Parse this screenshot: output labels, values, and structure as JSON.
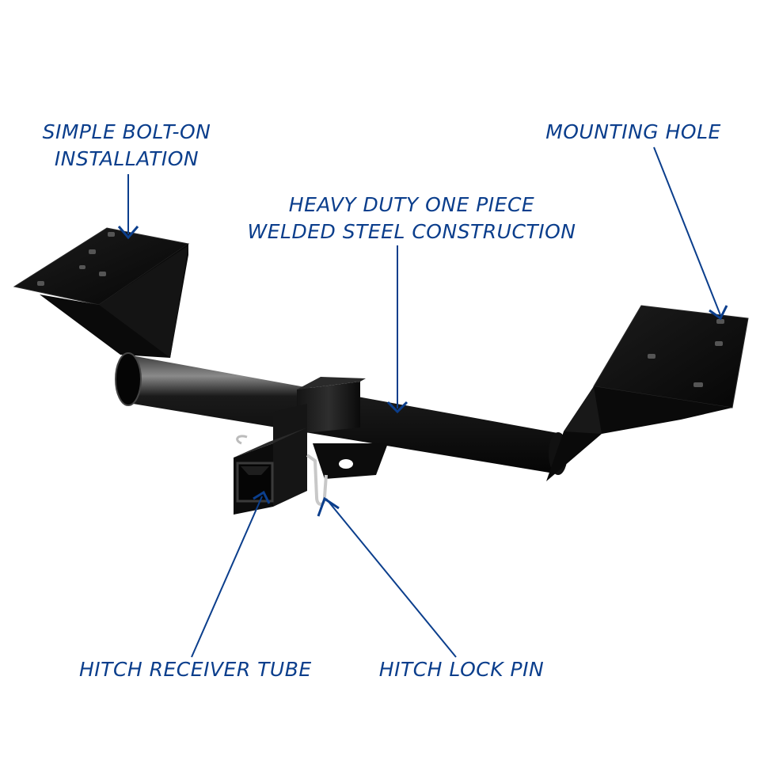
{
  "colors": {
    "label": "#0b3e8c",
    "steel": "#0d0d0d",
    "steel_highlight": "#6b6b6b",
    "background": "#ffffff"
  },
  "callouts": {
    "bolt_on": {
      "line1": "SIMPLE BOLT-ON",
      "line2": "INSTALLATION"
    },
    "mounting_hole": {
      "line1": "MOUNTING HOLE"
    },
    "construction": {
      "line1": "HEAVY DUTY ONE PIECE",
      "line2": "WELDED STEEL CONSTRUCTION"
    },
    "receiver_tube": {
      "line1": "HITCH RECEIVER TUBE"
    },
    "lock_pin": {
      "line1": "HITCH LOCK PIN"
    }
  }
}
